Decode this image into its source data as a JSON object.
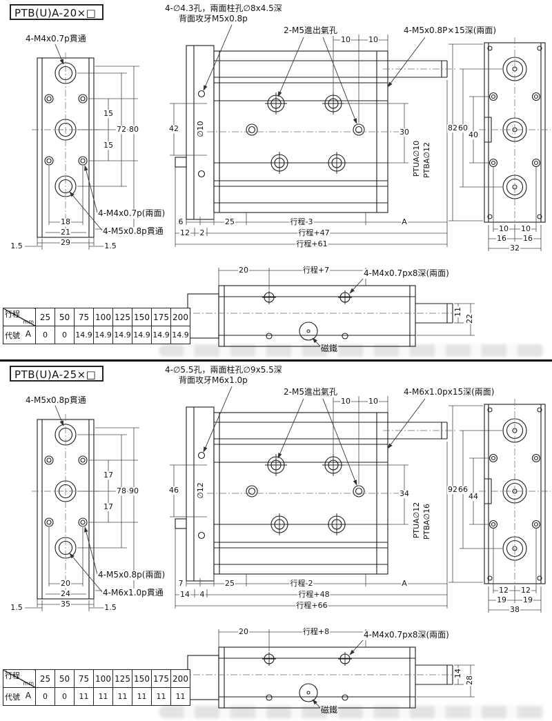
{
  "sections": [
    {
      "title": "PTB(U)A-20×□",
      "note_hole1": "4-∅4.3孔，兩面柱孔∅8x4.5深",
      "note_hole2": "背面攻牙M5x0.8p",
      "note_air": "2-M5進出氣孔",
      "note_side": "4-M5x0.8P×15深(兩面)",
      "note_top_thru": "4-M4x0.7p貫通",
      "note_face": "4-M4x0.7p(兩面)",
      "note_bottom_thru": "4-M5x0.8p貫通",
      "note_bottom_tap": "4-M4x0.7px8深(兩面)",
      "note_magnet": "磁鐵",
      "d_top1": "10",
      "d_top2": "10",
      "lv_p1": "15",
      "lv_p2": "15",
      "lv_h1": "72",
      "lv_h2": "80",
      "lv_w1": "18",
      "lv_w2": "21",
      "lv_w3": "29",
      "lv_edge_l": "1.5",
      "lv_edge_r": "1.5",
      "cv_h": "42",
      "cv_rod": "∅10",
      "cv_r": "30",
      "cv_b1": "6",
      "cv_b2": "12",
      "cv_b3": "2",
      "cv_b4": "25",
      "cv_b5": "行程-3",
      "cv_b6": "A",
      "cv_chain1": "行程+47",
      "cv_chain2": "行程+61",
      "label_ptua": "PTUA∅10",
      "label_ptba": "PTBA∅12",
      "rv_h1": "82",
      "rv_h2": "60",
      "rv_h3": "40",
      "rv_b1": "10",
      "rv_b2": "10",
      "rv_b3": "16",
      "rv_b4": "16",
      "rv_b5": "32",
      "bv_d1": "20",
      "bv_d2": "行程+7",
      "bv_r1": "11",
      "bv_r2": "22",
      "table": {
        "hdr_stroke": "行程",
        "hdr_unit": "mm",
        "hdr_code": "代號",
        "row_label": "A",
        "strokes": [
          "25",
          "50",
          "75",
          "100",
          "125",
          "150",
          "175",
          "200"
        ],
        "values": [
          "0",
          "0",
          "14.9",
          "14.9",
          "14.9",
          "14.9",
          "14.9",
          "14.9"
        ]
      }
    },
    {
      "title": "PTB(U)A-25×□",
      "note_hole1": "4-∅5.5孔，兩面柱孔∅9x5.5深",
      "note_hole2": "背面攻牙M6x1.0p",
      "note_air": "2-M5進出氣孔",
      "note_side": "4-M6x1.0px15深(兩面)",
      "note_top_thru": "4-M5x0.8p貫通",
      "note_face": "4-M5x0.8p(兩面)",
      "note_bottom_thru": "4-M6x1.0p貫通",
      "note_bottom_tap": "4-M4x0.7px8深(兩面)",
      "note_magnet": "磁鐵",
      "d_top1": "10",
      "d_top2": "10",
      "lv_p1": "17",
      "lv_p2": "17",
      "lv_h1": "78",
      "lv_h2": "90",
      "lv_w1": "20",
      "lv_w2": "24",
      "lv_w3": "35",
      "lv_edge_l": "1.5",
      "lv_edge_r": "1.5",
      "cv_h": "46",
      "cv_rod": "∅12",
      "cv_r": "34",
      "cv_b1": "7",
      "cv_b2": "14",
      "cv_b3": "4",
      "cv_b4": "25",
      "cv_b5": "行程-2",
      "cv_b6": "A",
      "cv_chain1": "行程+48",
      "cv_chain2": "行程+66",
      "label_ptua": "PTUA∅12",
      "label_ptba": "PTBA∅16",
      "rv_h1": "92",
      "rv_h2": "66",
      "rv_h3": "44",
      "rv_b1": "12",
      "rv_b2": "12",
      "rv_b3": "19",
      "rv_b4": "19",
      "rv_b5": "38",
      "bv_d1": "20",
      "bv_d2": "行程+8",
      "bv_r1": "14",
      "bv_r2": "28",
      "table": {
        "hdr_stroke": "行程",
        "hdr_unit": "mm",
        "hdr_code": "代號",
        "row_label": "A",
        "strokes": [
          "25",
          "50",
          "75",
          "100",
          "125",
          "150",
          "175",
          "200"
        ],
        "values": [
          "0",
          "0",
          "11",
          "11",
          "11",
          "11",
          "11",
          "11"
        ]
      }
    }
  ]
}
